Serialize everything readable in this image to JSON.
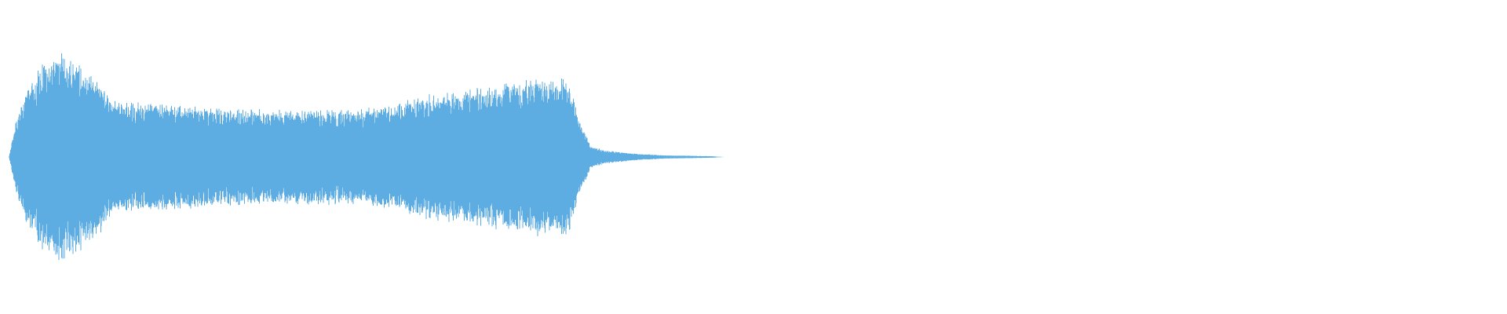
{
  "waveform": {
    "color": "#5dade2",
    "background": "#ffffff",
    "envelope_description_points": [
      {
        "t": 0.0,
        "peak": 0.02
      },
      {
        "t": 0.004,
        "peak": 0.3
      },
      {
        "t": 0.01,
        "peak": 0.55
      },
      {
        "t": 0.02,
        "peak": 0.8
      },
      {
        "t": 0.03,
        "peak": 0.95
      },
      {
        "t": 0.04,
        "peak": 0.92
      },
      {
        "t": 0.05,
        "peak": 0.8
      },
      {
        "t": 0.06,
        "peak": 0.7
      },
      {
        "t": 0.07,
        "peak": 0.5
      },
      {
        "t": 0.09,
        "peak": 0.48
      },
      {
        "t": 0.12,
        "peak": 0.46
      },
      {
        "t": 0.15,
        "peak": 0.44
      },
      {
        "t": 0.18,
        "peak": 0.42
      },
      {
        "t": 0.21,
        "peak": 0.42
      },
      {
        "t": 0.24,
        "peak": 0.43
      },
      {
        "t": 0.26,
        "peak": 0.48
      },
      {
        "t": 0.28,
        "peak": 0.55
      },
      {
        "t": 0.3,
        "peak": 0.58
      },
      {
        "t": 0.32,
        "peak": 0.62
      },
      {
        "t": 0.34,
        "peak": 0.68
      },
      {
        "t": 0.36,
        "peak": 0.72
      },
      {
        "t": 0.375,
        "peak": 0.7
      },
      {
        "t": 0.383,
        "peak": 0.35
      },
      {
        "t": 0.39,
        "peak": 0.1
      },
      {
        "t": 0.4,
        "peak": 0.06
      },
      {
        "t": 0.42,
        "peak": 0.03
      },
      {
        "t": 0.44,
        "peak": 0.015
      },
      {
        "t": 0.47,
        "peak": 0.008
      },
      {
        "t": 0.48,
        "peak": 0.0
      },
      {
        "t": 1.0,
        "peak": 0.0
      }
    ]
  }
}
